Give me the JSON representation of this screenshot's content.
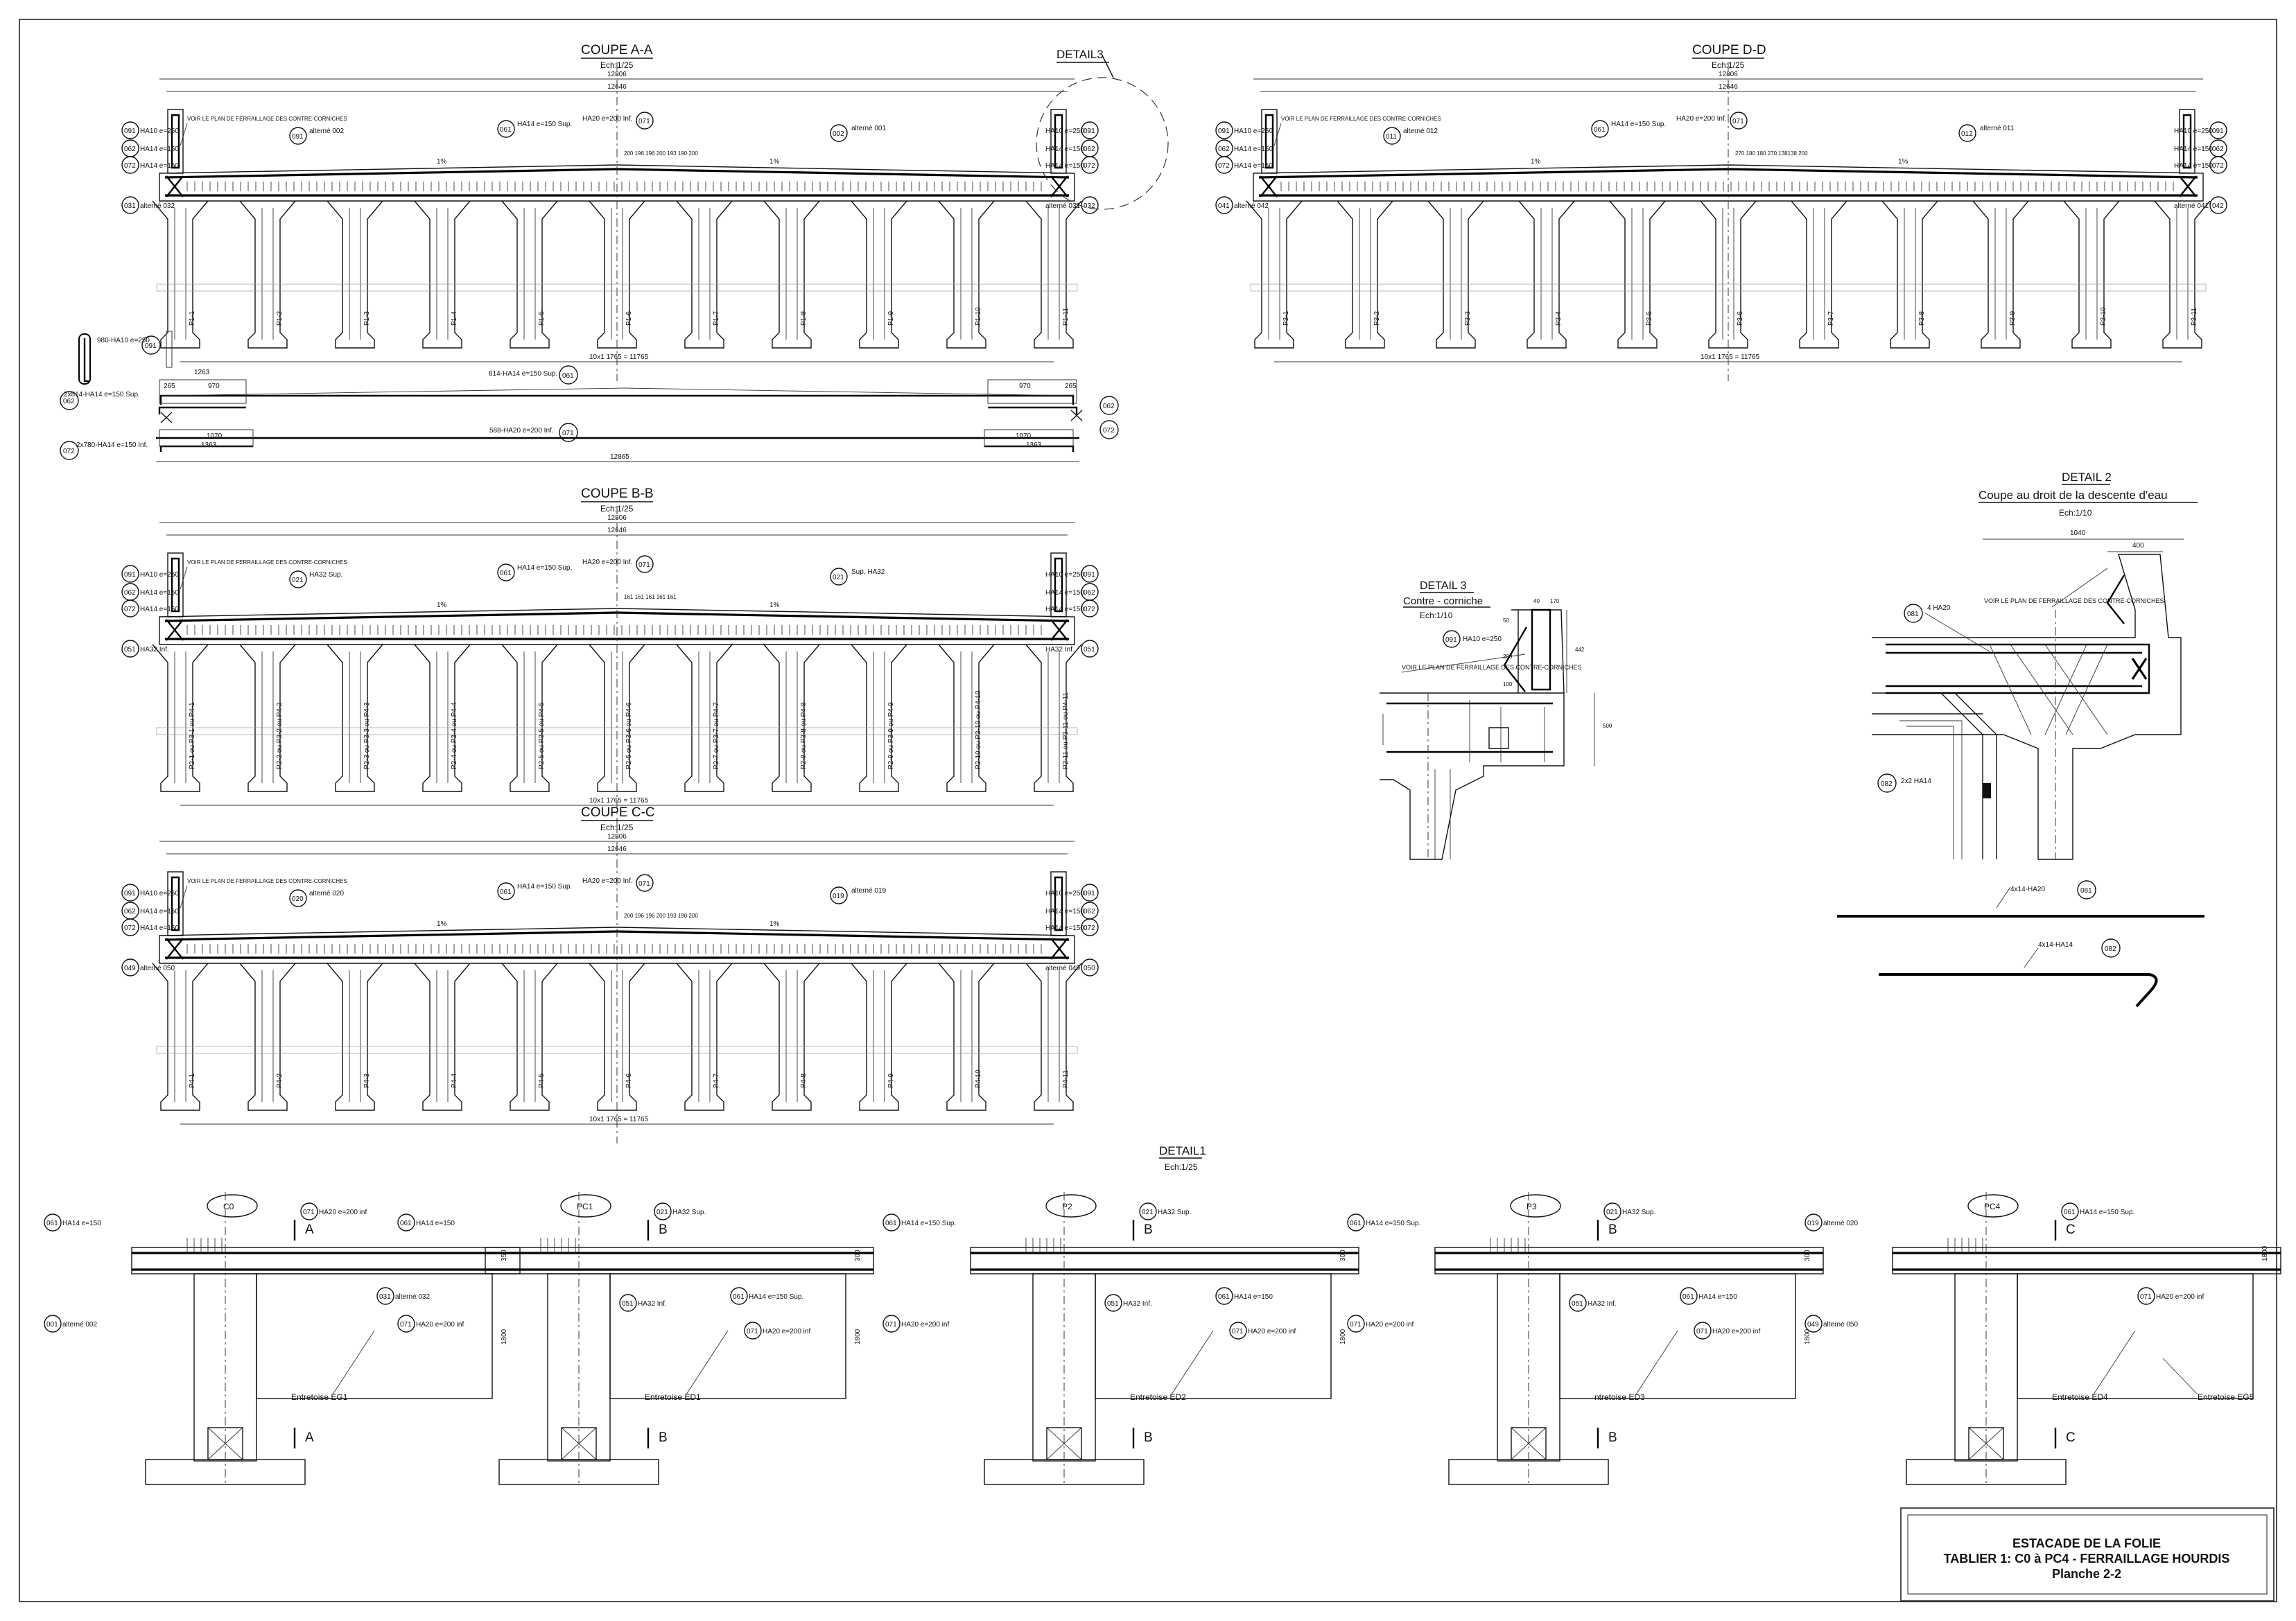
{
  "sections": {
    "aa": {
      "title": "COUPE A-A",
      "scale": "Ech:1/25",
      "dim_top1": "12806",
      "dim_top2": "12646",
      "dim_bottom": "10x1 1765 = 11765",
      "left_notes": [
        "HA10 e=250",
        "HA14 e=150",
        "HA14 e=150",
        "alterné 032"
      ],
      "left_tags": [
        "091",
        "062",
        "072",
        "031"
      ],
      "right_notes": [
        "HA10 e=250",
        "HA14 e=150",
        "HA14 e=150",
        "alterné 031"
      ],
      "right_tags": [
        "091",
        "062",
        "072",
        "032"
      ],
      "callouts": [
        "VOIR LE PLAN DE FERRAILLAGE DES CONTRE-CORNICHES",
        "alterné 002",
        "HA14 e=150 Sup.",
        "HA20 e=200 Inf.",
        "alterné 001",
        "1%",
        "1%"
      ],
      "callout_tags": [
        "091",
        "061",
        "071",
        "002"
      ],
      "spacing": "200 196 196 200 193 190 200",
      "piles": [
        "P1-1",
        "P1-2",
        "P1-3",
        "P1-4",
        "P1-5",
        "P1-6",
        "P1-7",
        "P1-8",
        "P1-9",
        "P1-10",
        "P1-11"
      ]
    },
    "dd": {
      "title": "COUPE D-D",
      "scale": "Ech:1/25",
      "dim_top1": "12806",
      "dim_top2": "12646",
      "dim_bottom": "10x1 1765 = 11765",
      "left_notes": [
        "HA10 e=250",
        "HA14 e=150",
        "HA14 e=150",
        "alterné 042"
      ],
      "left_tags": [
        "091",
        "062",
        "072",
        "041"
      ],
      "right_notes": [
        "HA10 e=250",
        "HA14 e=150",
        "HA14 e=150",
        "alterné 041"
      ],
      "right_tags": [
        "091",
        "062",
        "072",
        "042"
      ],
      "callouts": [
        "VOIR LE PLAN DE FERRAILLAGE DES CONTRE-CORNICHES",
        "alterné 012",
        "HA14 e=150 Sup.",
        "HA20 e=200 Inf.",
        "alterné 011",
        "1%",
        "1%"
      ],
      "callout_tags": [
        "011",
        "061",
        "071",
        "012"
      ],
      "spacing": "270 180 180 270 138138 200",
      "piles": [
        "P3-1",
        "P3-2",
        "P3-3",
        "P3-4",
        "P3-5",
        "P3-6",
        "P3-7",
        "P3-8",
        "P3-9",
        "P3-10",
        "P3-11"
      ]
    },
    "bb": {
      "title": "COUPE B-B",
      "scale": "Ech:1/25",
      "dim_top1": "12806",
      "dim_top2": "12646",
      "dim_bottom": "10x1 1765 = 11765",
      "left_notes": [
        "HA10 e=250",
        "HA14 e=150",
        "HA14 e=150",
        "HA32 Inf."
      ],
      "left_tags": [
        "091",
        "062",
        "072",
        "051"
      ],
      "right_notes": [
        "HA10 e=250",
        "HA14 e=150",
        "HA14 e=150",
        "HA32 Inf."
      ],
      "right_tags": [
        "091",
        "062",
        "072",
        "051"
      ],
      "callouts": [
        "VOIR LE PLAN DE FERRAILLAGE DES CONTRE-CORNICHES",
        "HA32 Sup.",
        "HA14 e=150 Sup.",
        "HA20 e=200 Inf.",
        "Sup. HA32",
        "1%",
        "1%"
      ],
      "callout_tags": [
        "021",
        "061",
        "071",
        "021"
      ],
      "spacing": "161 161 161 161 161",
      "piles": [
        "P2-1 ou P3-1 ou P4-1",
        "P2-2 ou P3-2 ou P4-2",
        "P2-3 ou P3-3 ou P4-3",
        "P2-4 ou P3-4 ou P4-4",
        "P2-5 ou P3-5 ou P4-5",
        "P2-6 ou P3-6 ou P4-6",
        "P2-7 ou P3-7 ou P4-7",
        "P2-8 ou P3-8 ou P4-8",
        "P2-9 ou P3-9 ou P4-9",
        "P2-10 ou P3-10 ou P4-10",
        "P2-11 ou P3-11 ou P4-11"
      ]
    },
    "cc": {
      "title": "COUPE C-C",
      "scale": "Ech:1/25",
      "dim_top1": "12806",
      "dim_top2": "12646",
      "dim_bottom": "10x1 1765 = 11765",
      "left_notes": [
        "HA10 e=250",
        "HA14 e=150",
        "HA14 e=150",
        "alterné 050"
      ],
      "left_tags": [
        "091",
        "062",
        "072",
        "049"
      ],
      "right_notes": [
        "HA10 e=250",
        "HA14 e=150",
        "HA14 e=150",
        "alterné 049"
      ],
      "right_tags": [
        "091",
        "062",
        "072",
        "050"
      ],
      "callouts": [
        "VOIR LE PLAN DE FERRAILLAGE DES CONTRE-CORNICHES",
        "alterné 020",
        "HA14 e=150 Sup.",
        "HA20 e=200 Inf.",
        "alterné 019",
        "1%",
        "1%"
      ],
      "callout_tags": [
        "020",
        "061",
        "071",
        "019"
      ],
      "spacing": "200 196 196 200 193 190 200",
      "piles": [
        "P4-1",
        "P4-2",
        "P4-3",
        "P4-4",
        "P4-5",
        "P4-6",
        "P4-7",
        "P4-8",
        "P4-9",
        "P4-10",
        "P4-11"
      ]
    }
  },
  "bar_schedule": {
    "bar1": "980-HA10 e=250",
    "bar1_tag": "091",
    "bar2": "814-HA14 e=150 Sup.",
    "bar2_tag": "061",
    "bar3": "2x814-HA14 e=150 Sup.",
    "bar3_tag": "062",
    "bar4": "588-HA20 e=200 Inf.",
    "bar4_tag": "071",
    "bar5": "2x780-HA14 e=150 Inf.",
    "bar5_tag": "072",
    "tag_right1": "062",
    "tag_right2": "072",
    "dims": [
      "1263",
      "970",
      "265",
      "970",
      "265",
      "1070",
      "1363",
      "1070",
      "1363",
      "12865"
    ]
  },
  "detail2": {
    "title": "DETAIL 2",
    "subtitle": "Coupe au droit de la descente d'eau",
    "scale": "Ech:1/10",
    "note": "VOIR LE PLAN DE FERRAILLAGE DES CONTRE-CORNICHES",
    "bar_a": "4 HA20",
    "bar_a_tag": "081",
    "bar_b": "2x2 HA14",
    "bar_b_tag": "082",
    "dim_a": "1040",
    "dim_b": "400",
    "sched_a": "4x14-HA20",
    "sched_a_tag": "081",
    "sched_b": "4x14-HA14",
    "sched_b_tag": "082"
  },
  "detail3": {
    "title": "DETAIL 3",
    "subtitle": "Contre - corniche",
    "scale": "Ech:1/10",
    "bar": "HA10 e=250",
    "bar_tag": "091",
    "note": "VOIR LE PLAN DE FERRAILLAGE DES CONTRE-CORNICHES",
    "dims": [
      "40",
      "170",
      "50",
      "200",
      "442",
      "100",
      "500"
    ],
    "top_label": "DETAIL3"
  },
  "detail1": {
    "title": "DETAIL1",
    "scale": "Ech:1/25",
    "panels": [
      {
        "label": "C0",
        "left_mark": "A",
        "notes": [
          "HA14 e=150",
          "HA20 e=200 inf",
          "alterné 032",
          "alterné 002"
        ],
        "tags": [
          "061",
          "071",
          "031",
          "001"
        ],
        "beam": "Entretoise EG1",
        "dims": [
          "350",
          "1800"
        ]
      },
      {
        "label": "PC1",
        "left_mark": "B",
        "notes": [
          "HA14 e=150",
          "HA32 Sup.",
          "HA14 e=150 Sup.",
          "HA20 e=200 inf",
          "HA32 Inf.",
          "HA20 e=200 inf"
        ],
        "tags": [
          "061",
          "021",
          "061",
          "071",
          "051",
          "071"
        ],
        "beam": "Entretoise ED1",
        "dims": [
          "300",
          "1800"
        ]
      },
      {
        "label": "P2",
        "left_mark": "B",
        "notes": [
          "HA14 e=150 Sup.",
          "HA32 Sup.",
          "HA14 e=150",
          "HA20 e=200 inf",
          "HA32 Inf.",
          "HA20 e=200 inf"
        ],
        "tags": [
          "061",
          "021",
          "061",
          "071",
          "051",
          "071"
        ],
        "beam": "Entretoise ED2",
        "dims": [
          "300",
          "1800"
        ]
      },
      {
        "label": "P3",
        "left_mark": "B",
        "notes": [
          "HA14 e=150 Sup.",
          "HA32 Sup.",
          "HA14 e=150",
          "HA20 e=200 inf",
          "HA32 Inf.",
          "HA20 e=200 inf"
        ],
        "tags": [
          "061",
          "021",
          "061",
          "071",
          "051",
          "071"
        ],
        "beam": "ntretoise ED3",
        "dims": [
          "300",
          "1800"
        ]
      },
      {
        "label": "PC4",
        "left_mark": "C",
        "notes": [
          "alterné 020",
          "HA14 e=150 Sup.",
          "HA20 e=200 inf",
          "alterné 050"
        ],
        "tags": [
          "019",
          "061",
          "071",
          "049"
        ],
        "beam": "Entretoise ED4",
        "beam2": "Entretoise EG5",
        "dims": [
          "1800"
        ]
      }
    ]
  },
  "title_block": {
    "line1": "ESTACADE DE LA FOLIE",
    "line2": "TABLIER 1: C0 à PC4 - FERRAILLAGE HOURDIS",
    "line3": "Planche 2-2"
  }
}
